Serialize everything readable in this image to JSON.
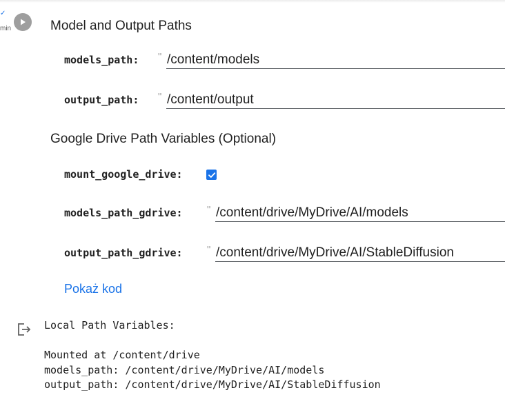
{
  "cell": {
    "exec_count": "min",
    "tick": "✓"
  },
  "sections": {
    "model_output_title": "Model and Output Paths",
    "gdrive_title": "Google Drive Path Variables (Optional)"
  },
  "params": {
    "models_path": {
      "label": "models_path:",
      "value": "/content/models"
    },
    "output_path": {
      "label": "output_path:",
      "value": "/content/output"
    },
    "mount_google_drive": {
      "label": "mount_google_drive:",
      "checked": true
    },
    "models_path_gdrive": {
      "label": "models_path_gdrive:",
      "value": "/content/drive/MyDrive/AI/models"
    },
    "output_path_gdrive": {
      "label": "output_path_gdrive:",
      "value": "/content/drive/MyDrive/AI/StableDiffusion"
    }
  },
  "show_code_label": "Pokaż kod",
  "output": {
    "lines": [
      "Local Path Variables:",
      "",
      "Mounted at /content/drive",
      "models_path: /content/drive/MyDrive/AI/models",
      "output_path: /content/drive/MyDrive/AI/StableDiffusion"
    ]
  },
  "icons": {
    "run": "play-circle-icon",
    "output": "output-arrow-icon",
    "check": "check-icon"
  },
  "colors": {
    "accent": "#1a73e8",
    "run_button": "#9e9e9e",
    "text": "#212121"
  }
}
